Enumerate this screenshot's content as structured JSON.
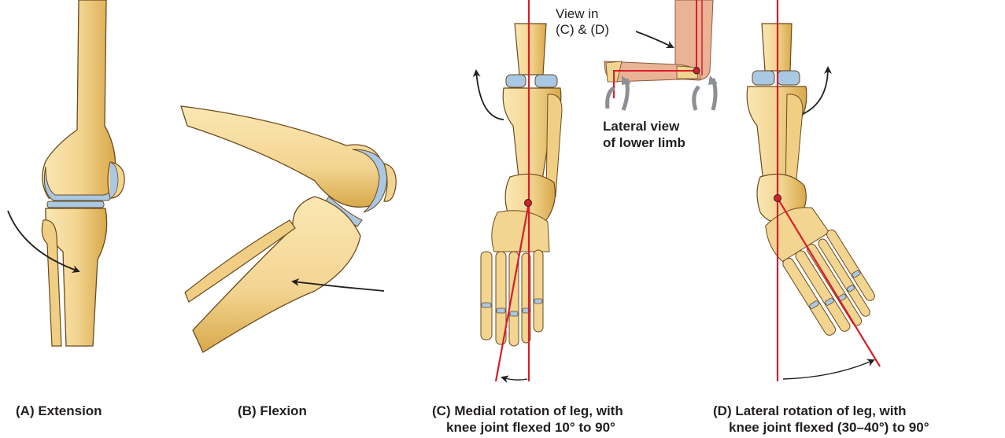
{
  "captions": {
    "a": "(A) Extension",
    "b": "(B) Flexion",
    "c_line1": "(C) Medial rotation of leg, with",
    "c_line2": "knee joint flexed 10° to 90°",
    "d_line1": "(D) Lateral rotation of leg, with",
    "d_line2": "knee joint flexed  (30–40°) to 90°"
  },
  "inset": {
    "view_line1": "View in",
    "view_line2": "(C) & (D)",
    "lateral_line1": "Lateral view",
    "lateral_line2": "of lower limb"
  },
  "colors": {
    "bone": "#f3d592",
    "bone_shade": "#d8a94a",
    "bone_outline": "#6b4a1f",
    "cartilage": "#a9c8e3",
    "axis_red": "#d81e2a",
    "arrow": "#231f20",
    "skin": "#eab396",
    "rotation_arrow": "#8c8f94"
  }
}
